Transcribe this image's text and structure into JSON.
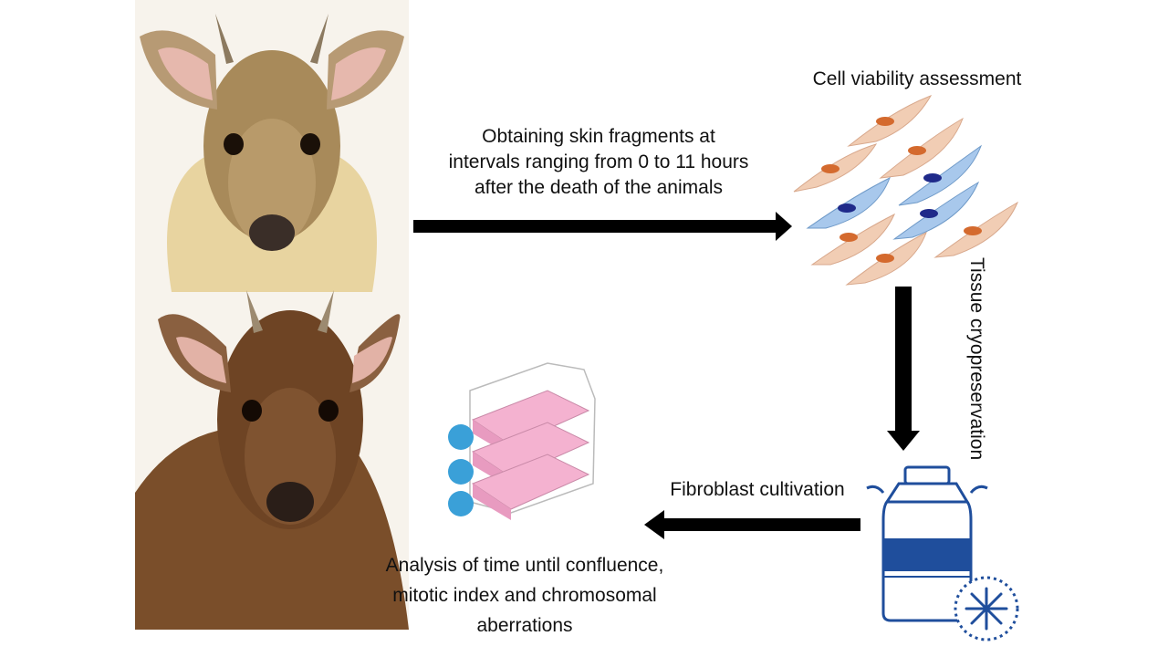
{
  "labels": {
    "skin_fragments": [
      "Obtaining skin fragments at",
      "intervals ranging from 0 to 11 hours",
      "after the death of the animals"
    ],
    "cell_viability": "Cell viability assessment",
    "tissue_cryo": "Tissue cryopreservation",
    "fibroblast": "Fibroblast cultivation",
    "analysis": [
      "Analysis of time until confluence,",
      "mitotic index and chromosomal",
      "aberrations"
    ]
  },
  "colors": {
    "arrow": "#000000",
    "cell_orange": "#f1cdb4",
    "cell_orange_nucleus": "#d46a2e",
    "cell_blue": "#a8c8ec",
    "cell_blue_nucleus": "#1f2a8a",
    "flask_pink": "#f4b2d0",
    "cap_blue": "#3aa0d8",
    "dewar_blue": "#1f4e9c",
    "deer_top": "#b89a6a",
    "deer_bottom": "#7a4e2a"
  }
}
